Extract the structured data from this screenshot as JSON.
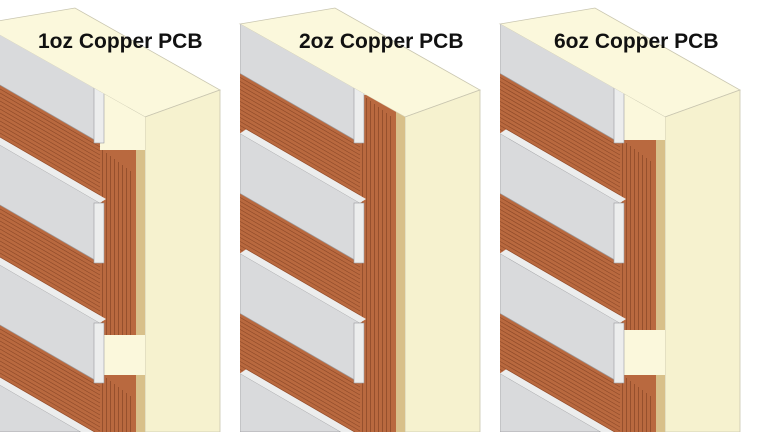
{
  "panels": [
    {
      "title": "1oz Copper PCB"
    },
    {
      "title": "2oz Copper PCB"
    },
    {
      "title": "6oz Copper PCB"
    }
  ],
  "colors": {
    "substrate": "#fbf8dc",
    "substrate_side": "#f6f2cf",
    "copper": "#b9693f",
    "copper_line": "#7e3f22",
    "insulator": "#d9dadc",
    "insulator_top": "#eceded",
    "edge": "#d8c08a"
  }
}
